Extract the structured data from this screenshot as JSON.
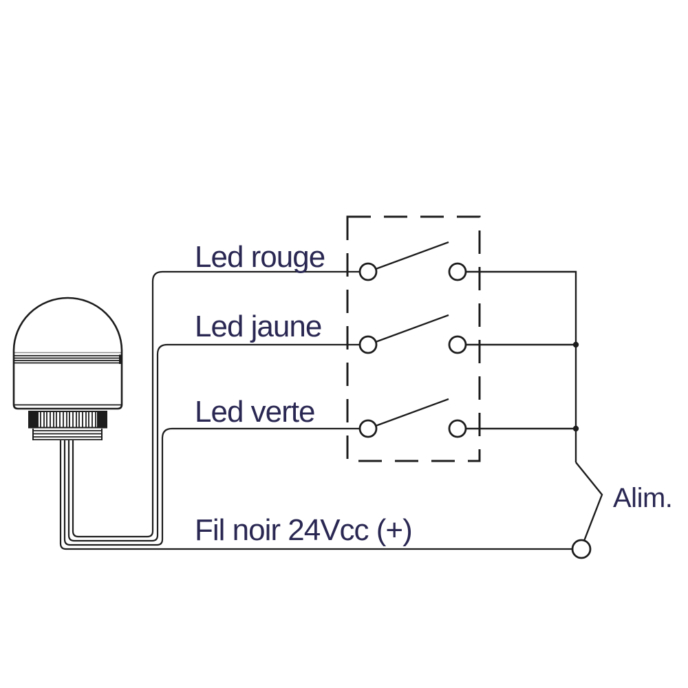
{
  "diagram": {
    "wire_labels": {
      "red": "Led rouge",
      "yellow": "Led jaune",
      "green": "Led verte",
      "black": "Fil noir 24Vcc (+)"
    },
    "power_label": "Alim.",
    "colors": {
      "text": "#2a2853",
      "line": "#1c1c1c",
      "background": "#ffffff"
    }
  }
}
